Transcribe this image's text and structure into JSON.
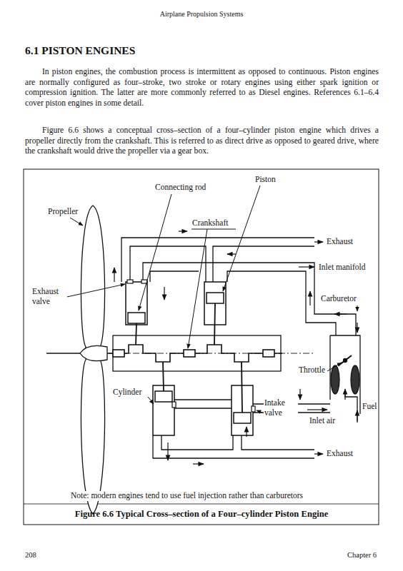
{
  "diagram": {
    "title": "6.1 PISTON ENGINES",
    "caption": "Figure 6.6 Typical Cross–section of a Four–cylinder Piston Engine",
    "labels": [
      "Airplane Propulsion Systems",
      "In piston engines, the combustion process is intermittent as opposed to continuous. Piston engines are normally configured as four–stroke, two stroke or rotary engines using either spark ignition or compression ignition. The latter are more commonly referred to as Diesel engines. References 6.1–6.4 cover piston engines in some detail.",
      "Figure 6.6 shows a conceptual cross–section of a four–cylinder piston engine which drives a propeller directly from the crankshaft. This is referred to as direct drive as opposed to geared drive, where the crankshaft would drive the propeller via a gear box.",
      "Propeller",
      "Connecting rod",
      "Piston",
      "Crankshaft",
      "Exhaust",
      "Inlet manifold",
      "Exhaust valve",
      "Carburetor",
      "Throttle",
      "Cylinder",
      "Intake valve",
      "Fuel",
      "Inlet air",
      "Exhaust",
      "Note: modern engines tend to use fuel injection rather than carburetors",
      "208",
      "Chapter 6"
    ]
  }
}
